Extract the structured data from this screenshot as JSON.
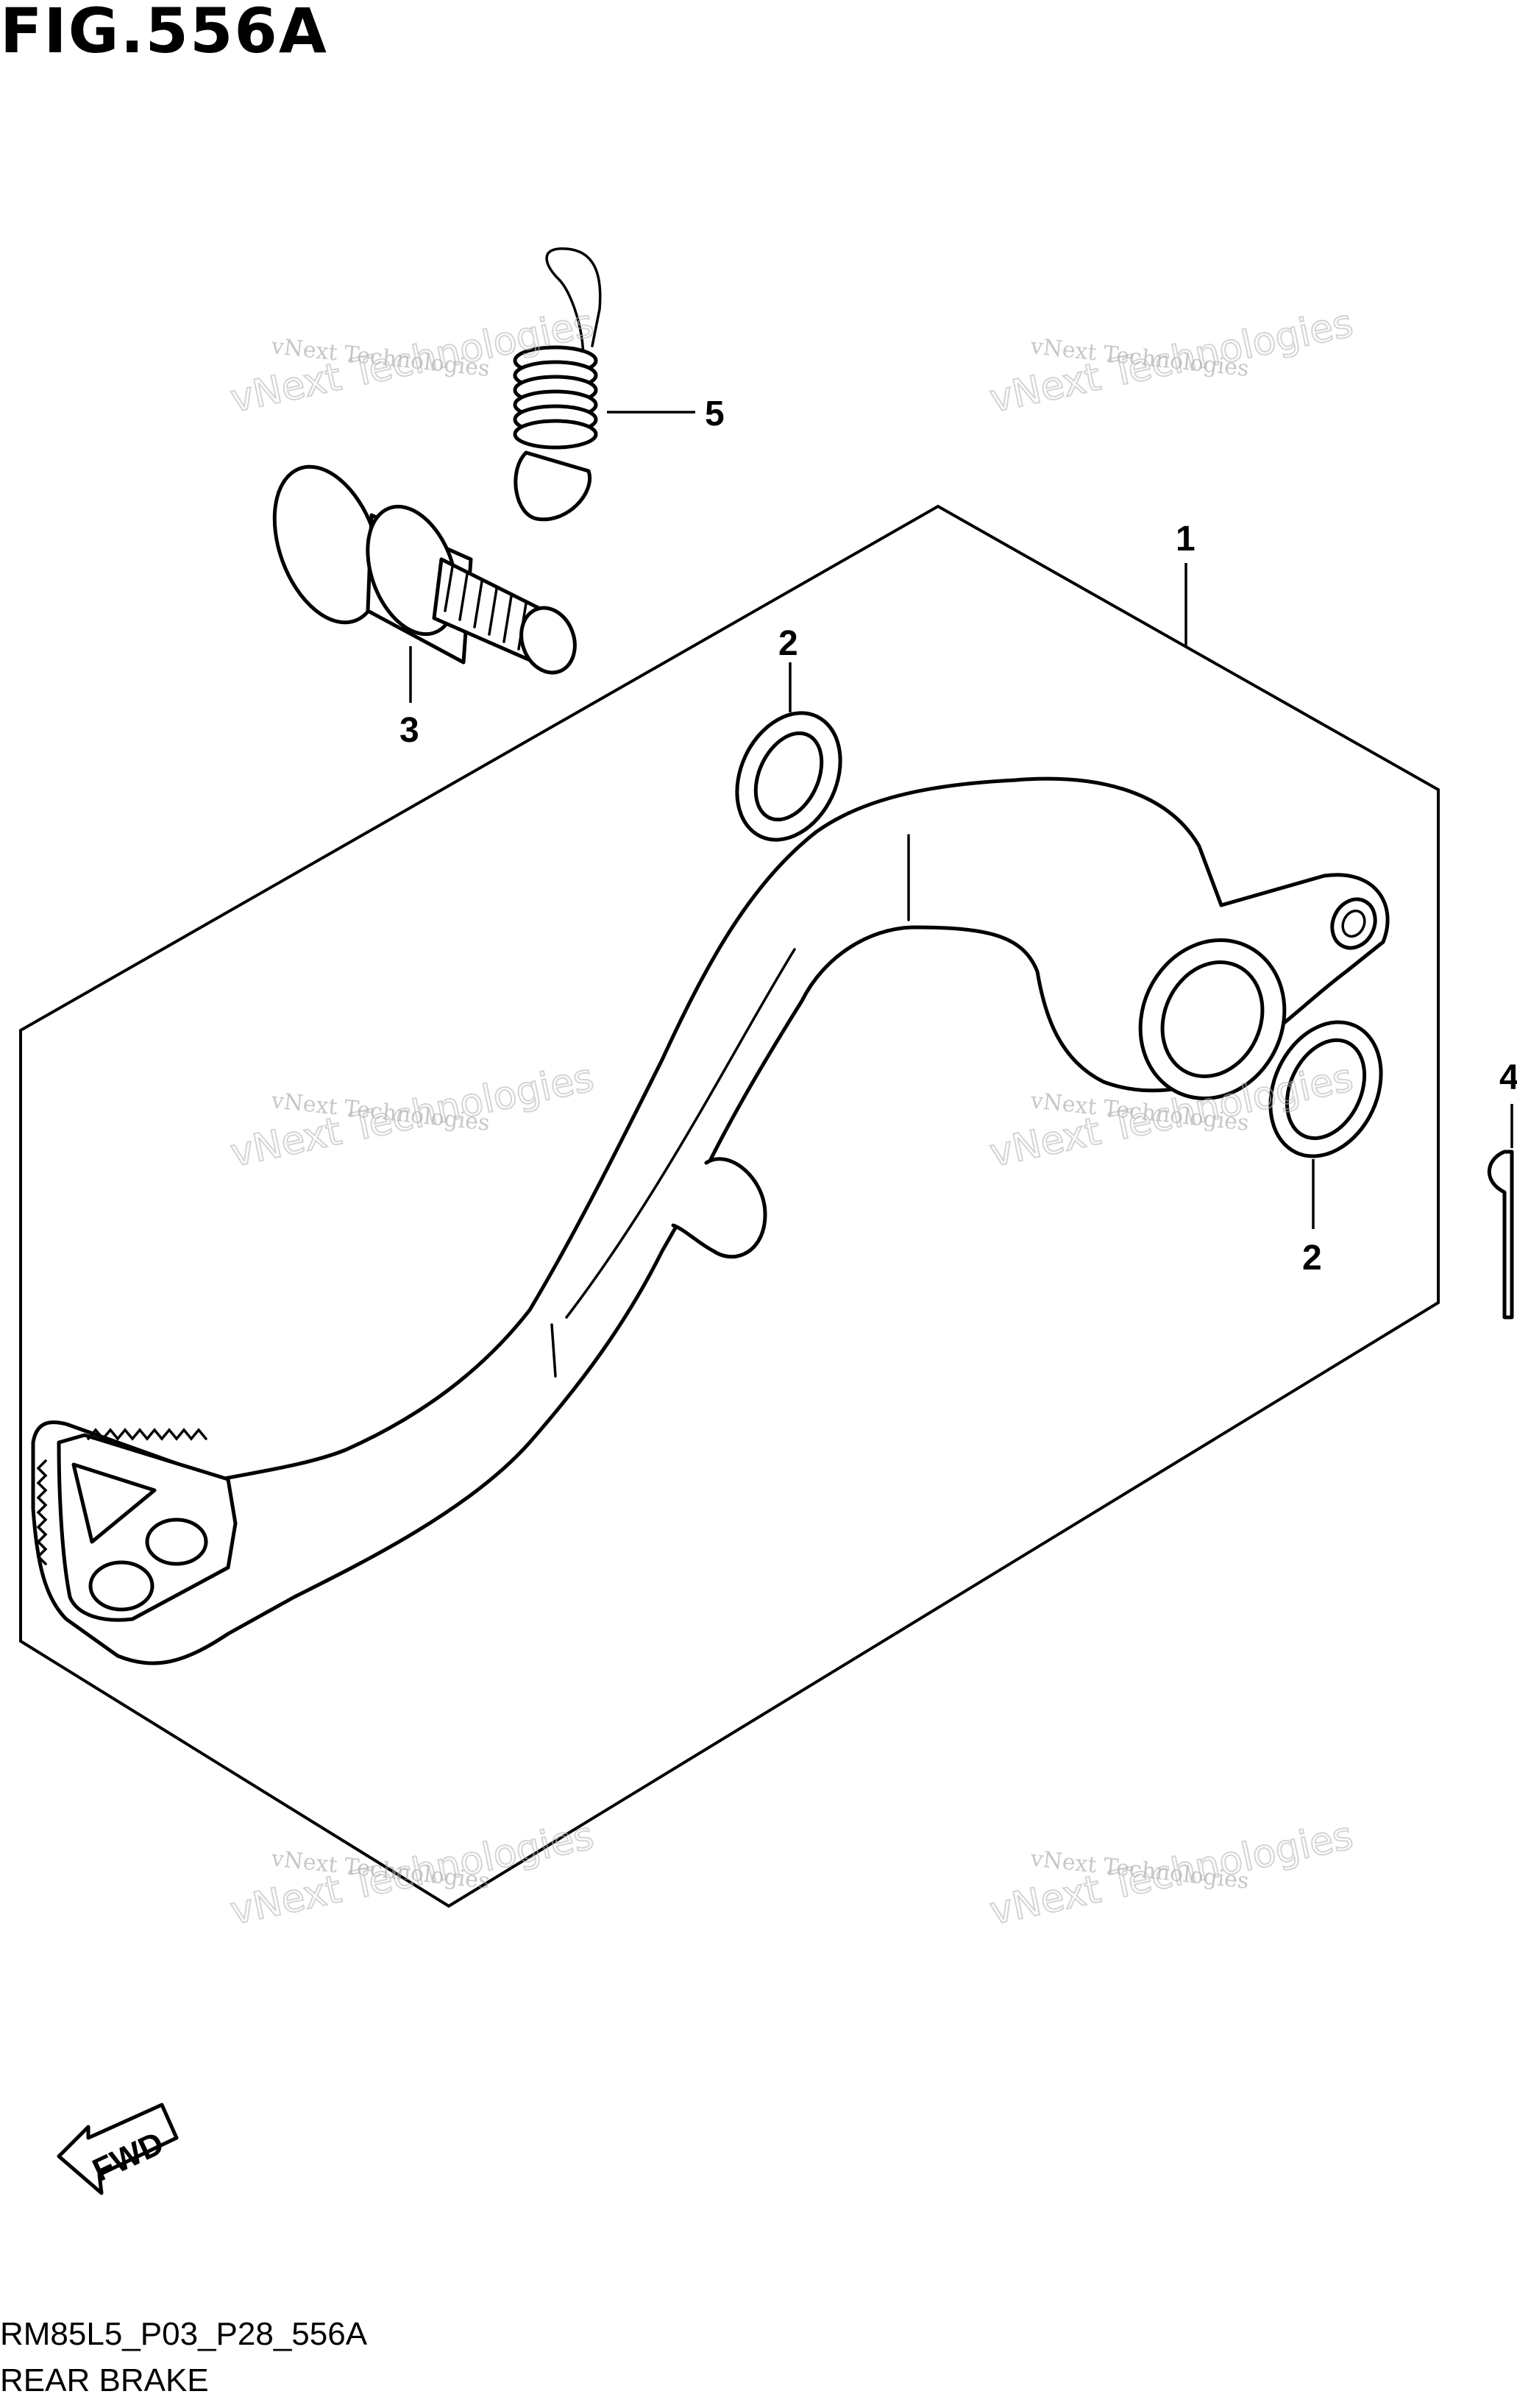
{
  "figure": {
    "title": "FIG.556A"
  },
  "callouts": [
    {
      "id": "c1",
      "label": "1"
    },
    {
      "id": "c2a",
      "label": "2"
    },
    {
      "id": "c2b",
      "label": "2"
    },
    {
      "id": "c3",
      "label": "3"
    },
    {
      "id": "c4",
      "label": "4"
    },
    {
      "id": "c5",
      "label": "5"
    }
  ],
  "watermark": {
    "line1": "vNext Technologies",
    "line2": "vNext Technologies"
  },
  "fwd_label": "FWD",
  "footer": {
    "code": "RM85L5_P03_P28_556A",
    "caption": "REAR BRAKE"
  }
}
